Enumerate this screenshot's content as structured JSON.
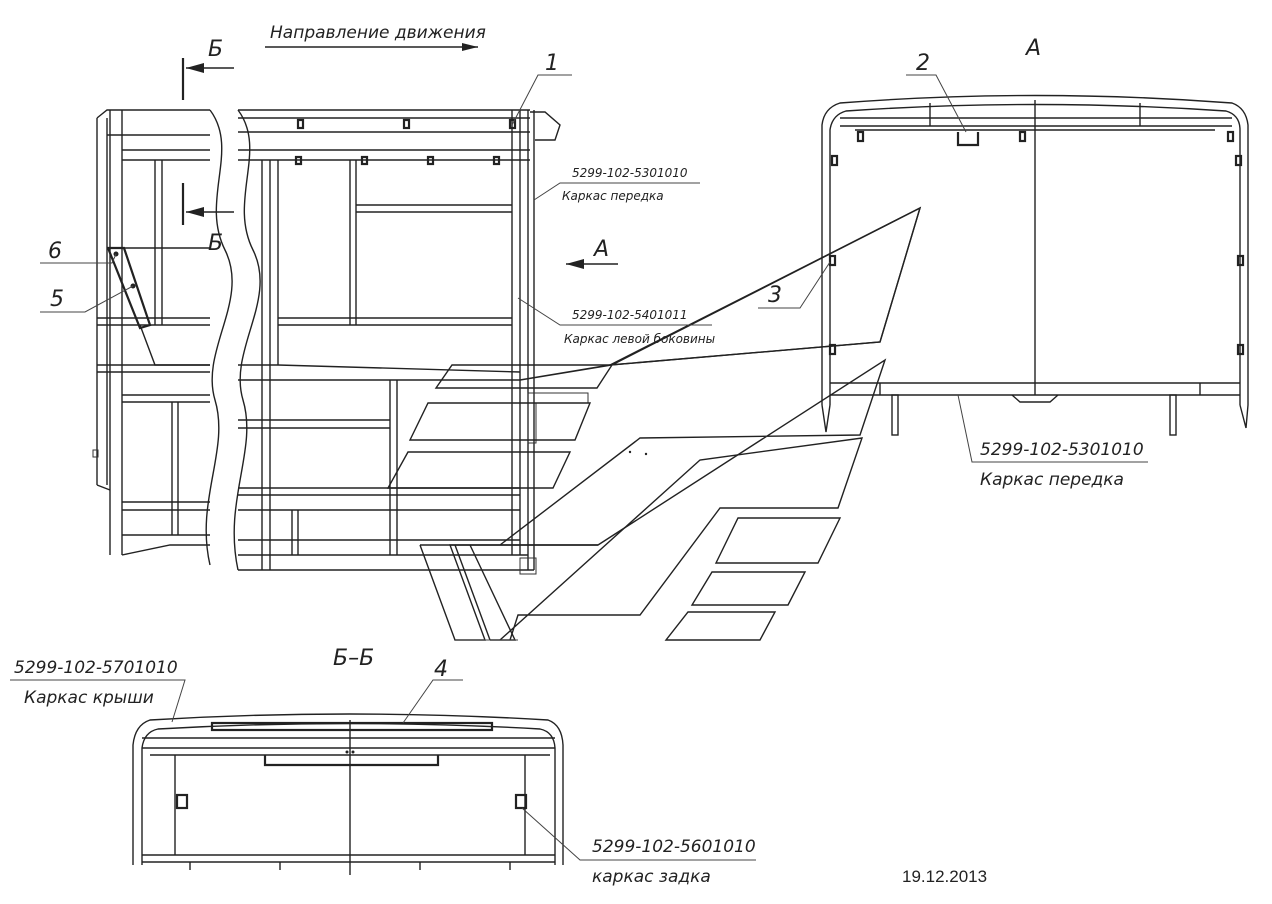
{
  "direction_label": "Направление движения",
  "section_b": "Б",
  "view_a": "А",
  "section_bb": "Б–Б",
  "callouts": [
    "1",
    "2",
    "3",
    "4",
    "5",
    "6"
  ],
  "parts": {
    "front_frame_code": "5299-102-5301010",
    "front_frame_name": "Каркас передка",
    "left_side_code": "5299-102-5401011",
    "left_side_name": "Каркас левой боковины",
    "roof_code": "5299-102-5701010",
    "roof_name": "Каркас крыши",
    "rear_code": "5299-102-5601010",
    "rear_name": "каркас задка"
  },
  "date": "19.12.2013"
}
